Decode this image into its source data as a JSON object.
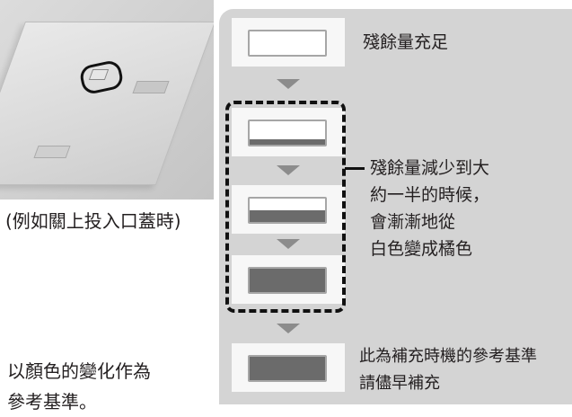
{
  "photo_caption": "(例如關上投入口蓋時)",
  "description": [
    "以顏色的變化作為",
    "參考基準。"
  ],
  "steps": [
    {
      "fill": 0.0
    },
    {
      "fill": 0.25
    },
    {
      "fill": 0.5
    },
    {
      "fill": 1.0
    },
    {
      "fill": 1.0
    }
  ],
  "labels": {
    "full": "殘餘量充足",
    "half": [
      "殘餘量減少到大",
      "約一半的時候，",
      "會漸漸地從",
      "白色變成橘色"
    ],
    "refill": [
      "此為補充時機的參考基準",
      "請儘早補充"
    ]
  },
  "colors": {
    "panel": "#d4d4d4",
    "fill": "#6b6b6b",
    "dash": "#111111"
  }
}
